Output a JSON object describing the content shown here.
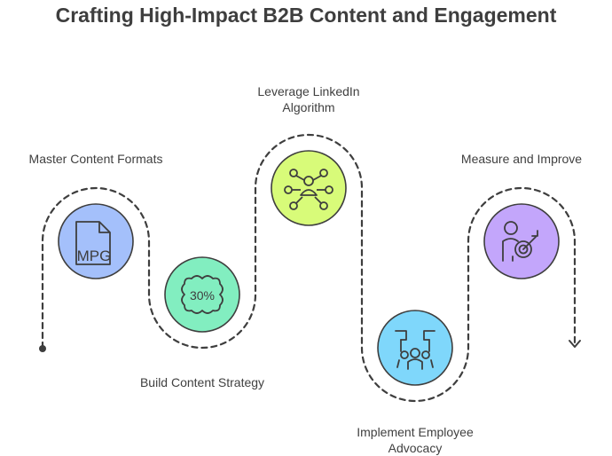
{
  "title": "Crafting High-Impact B2B Content and Engagement",
  "steps": [
    {
      "label": "Master Content Formats",
      "icon": "document-mpg-icon",
      "icon_text": "MPG",
      "color": "#a4c0fb"
    },
    {
      "label": "Build Content Strategy",
      "icon": "percent-badge-icon",
      "icon_text": "30%",
      "color": "#82eec0"
    },
    {
      "label_lines": [
        "Leverage LinkedIn",
        "Algorithm"
      ],
      "icon": "network-user-icon",
      "color": "#d8fb79"
    },
    {
      "label_lines": [
        "Implement Employee",
        "Advocacy"
      ],
      "icon": "group-cheer-icon",
      "color": "#7fd7fb"
    },
    {
      "label": "Measure and Improve",
      "icon": "person-target-icon",
      "color": "#c3a6fb"
    }
  ],
  "stroke_color": "#3e3e3e"
}
